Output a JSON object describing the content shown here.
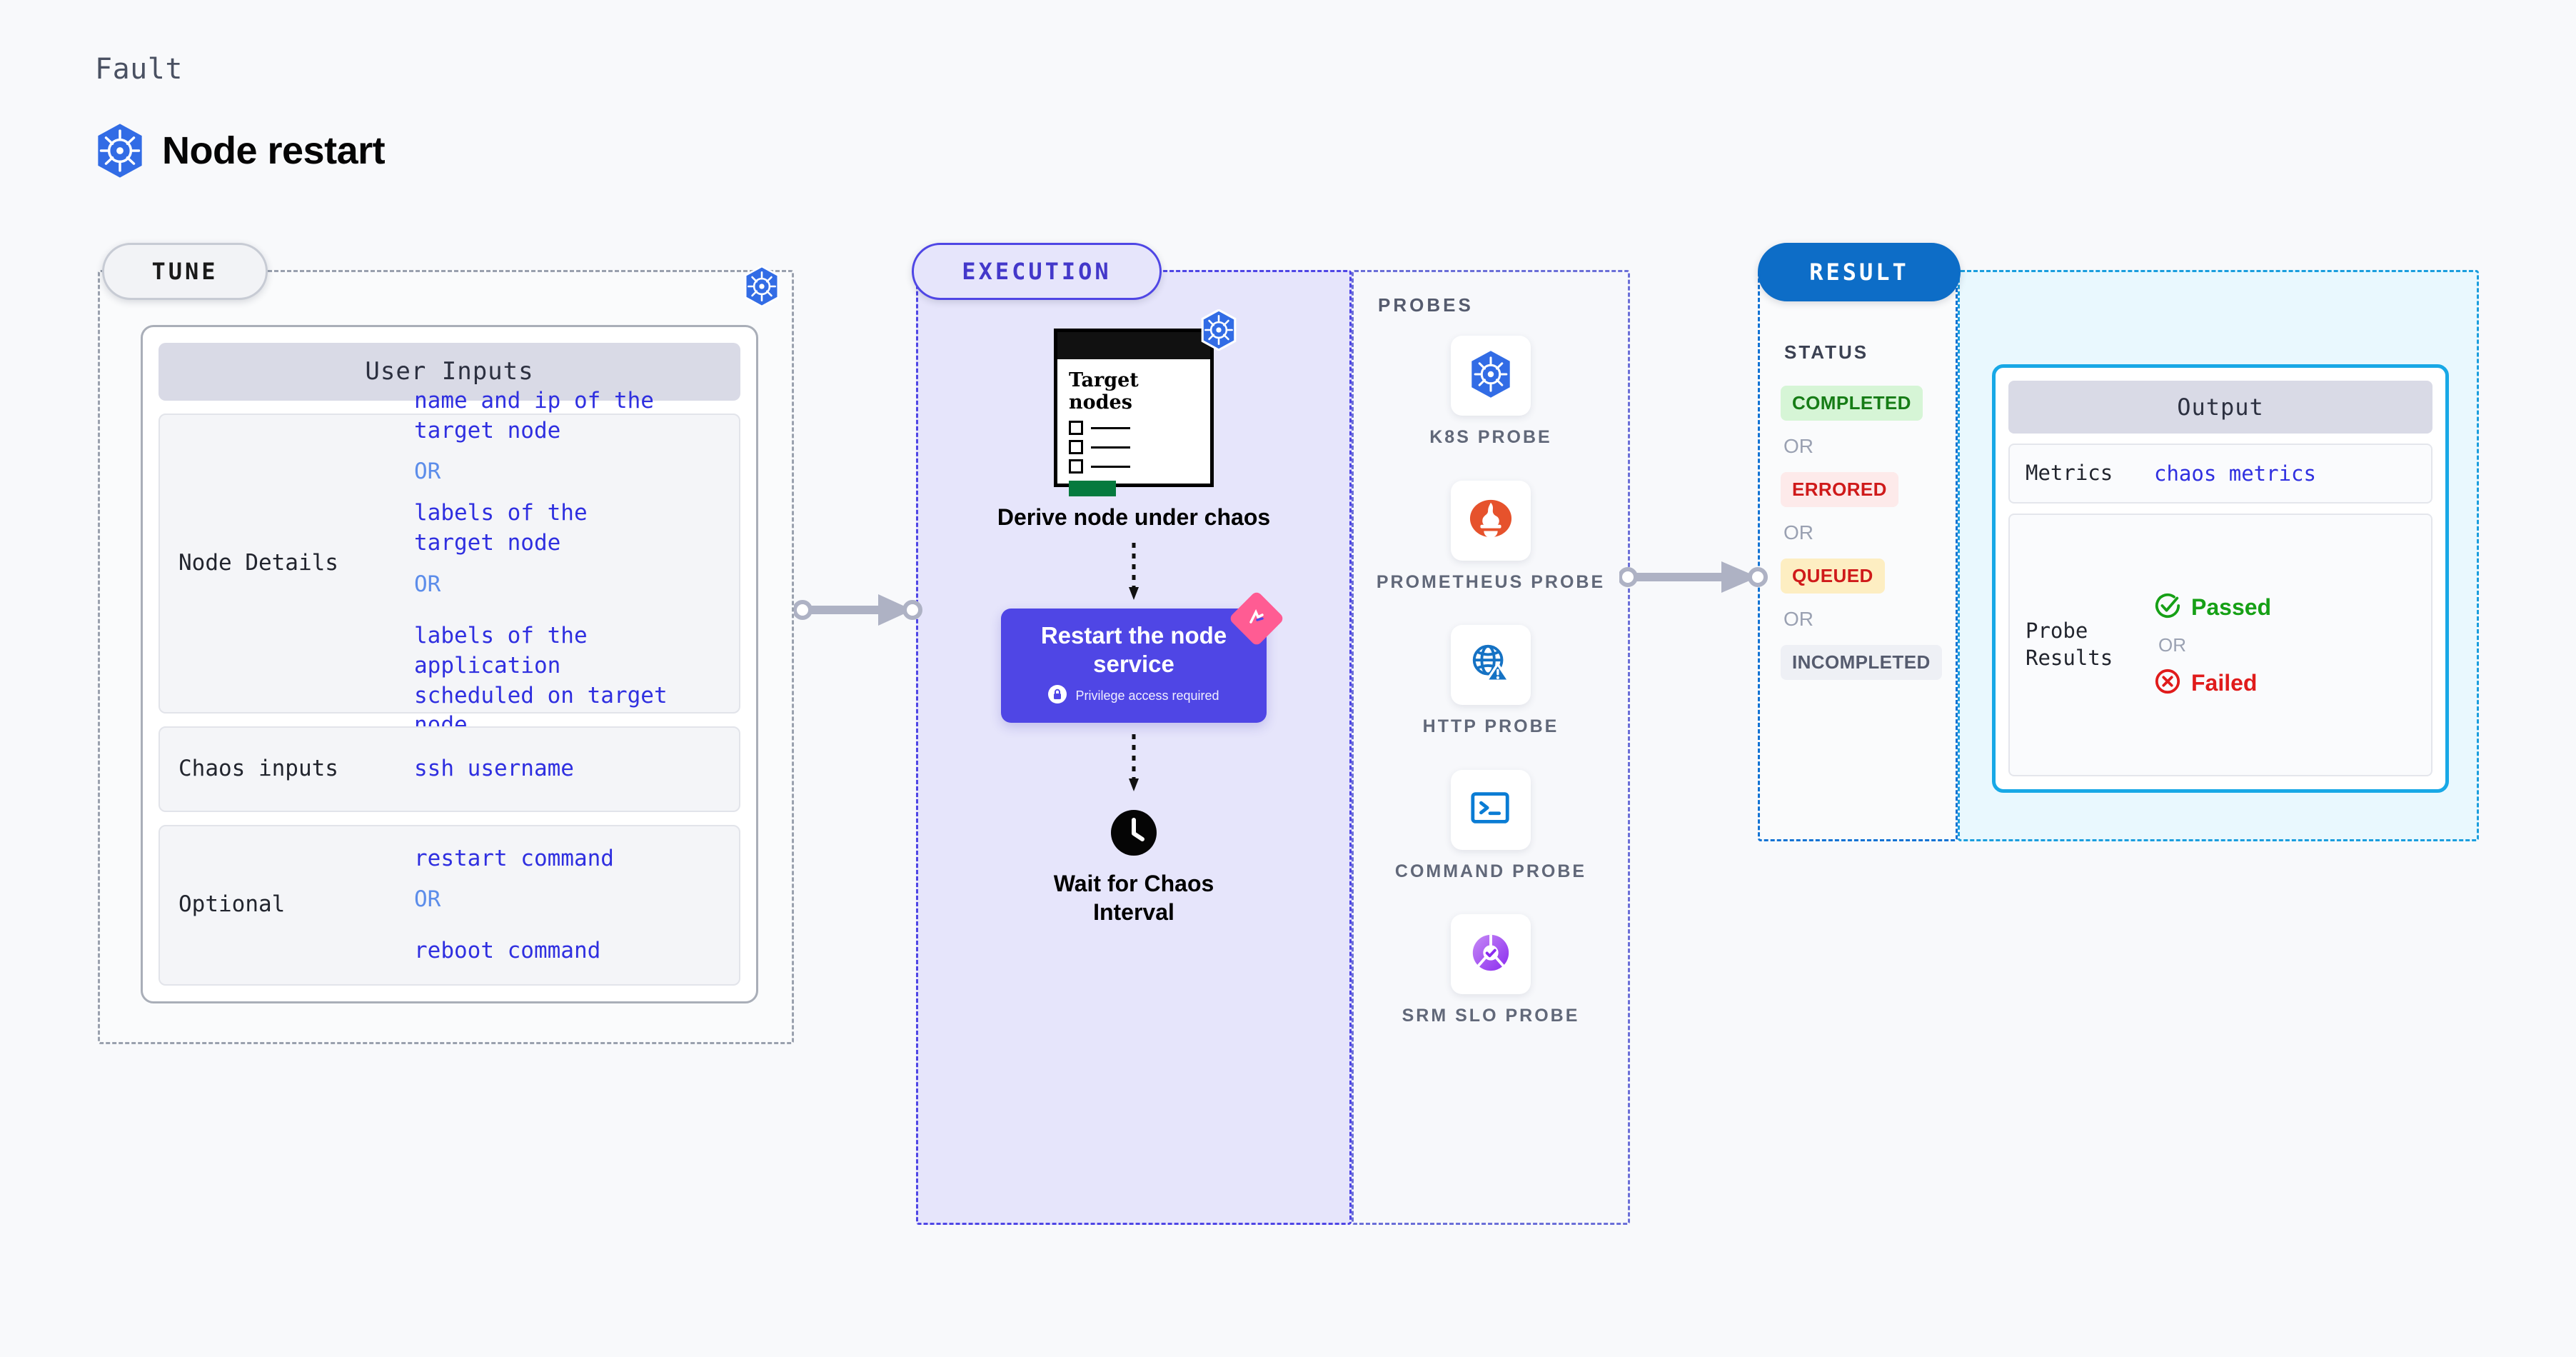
{
  "header": {
    "eyebrow": "Fault",
    "title": "Node restart",
    "logo_icon": "kubernetes-icon"
  },
  "stages": {
    "tune": "TUNE",
    "execution": "EXECUTION",
    "result": "RESULT"
  },
  "tune": {
    "badge_icon": "kubernetes-icon",
    "card_title": "User Inputs",
    "rows": [
      {
        "label": "Node Details",
        "values": [
          "name and ip of the",
          "target node",
          "OR",
          "labels of the",
          "target node",
          "OR",
          "labels of the application",
          " scheduled on target node"
        ]
      },
      {
        "label": "Chaos inputs",
        "values": [
          "ssh username"
        ]
      },
      {
        "label": "Optional",
        "values": [
          "restart command",
          "OR",
          "reboot command"
        ]
      }
    ]
  },
  "execution": {
    "doc": {
      "title_line1": "Target",
      "title_line2": "nodes",
      "badge_icon": "kubernetes-icon"
    },
    "step1_caption": "Derive node under chaos",
    "restart": {
      "title": "Restart the node service",
      "privilege_text": "Privilege access required",
      "lock_icon": "lock-icon",
      "ribbon_icon": "harness-ribbon-icon"
    },
    "wait": {
      "icon": "clock-icon",
      "caption": "Wait for Chaos Interval"
    }
  },
  "probes": {
    "title": "PROBES",
    "items": [
      {
        "label": "K8S PROBE",
        "icon": "kubernetes-icon"
      },
      {
        "label": "PROMETHEUS PROBE",
        "icon": "prometheus-icon"
      },
      {
        "label": "HTTP PROBE",
        "icon": "globe-warning-icon"
      },
      {
        "label": "COMMAND PROBE",
        "icon": "terminal-icon"
      },
      {
        "label": "SRM SLO PROBE",
        "icon": "srm-slo-icon"
      }
    ]
  },
  "result": {
    "status_title": "STATUS",
    "or_text": "OR",
    "statuses": [
      {
        "label": "COMPLETED",
        "tone": "completed"
      },
      {
        "label": "ERRORED",
        "tone": "errored"
      },
      {
        "label": "QUEUED",
        "tone": "queued"
      },
      {
        "label": "INCOMPLETED",
        "tone": "incomplete"
      }
    ],
    "output": {
      "title": "Output",
      "metrics_label": "Metrics",
      "metrics_value": "chaos metrics",
      "probe_label": "Probe Results",
      "passed": "Passed",
      "failed": "Failed",
      "or_text": "OR",
      "passed_icon": "check-circle-icon",
      "failed_icon": "x-circle-icon"
    }
  },
  "colors": {
    "k8s_blue": "#326CE5",
    "execution_purple": "#4f46e5",
    "result_blue": "#0d6dc7",
    "output_cyan": "#18a8e6",
    "ribbon_pink": "#ff5c93",
    "pass_green": "#16a016",
    "fail_red": "#e01b1b"
  }
}
